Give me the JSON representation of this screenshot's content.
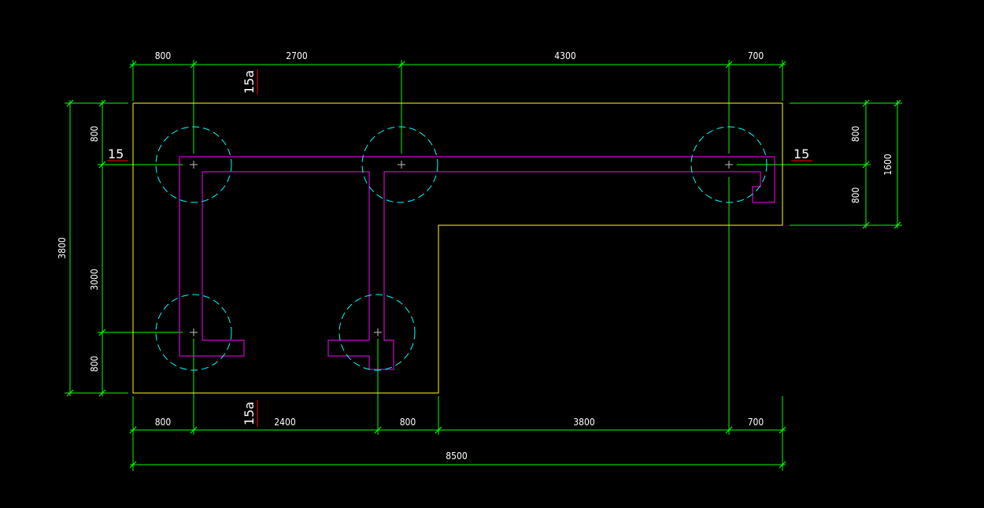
{
  "colors": {
    "background": "#000000",
    "dimension": "#00ff00",
    "outline": "#ffff00",
    "wall": "#ff00ff",
    "pile": "#00ffff",
    "text": "#ffffff",
    "tag_underline": "#ff0000"
  },
  "dims": {
    "top": [
      "800",
      "2700",
      "4300",
      "700"
    ],
    "bottom": [
      "800",
      "2400",
      "800",
      "3800",
      "700"
    ],
    "total": "8500",
    "left_overall": "3800",
    "left": [
      "800",
      "3000",
      "800"
    ],
    "right_inner": [
      "800",
      "800"
    ],
    "right_overall": "1600"
  },
  "tags": {
    "section_top": "15a",
    "section_bottom": "15a",
    "axis_left": "15",
    "axis_right": "15"
  }
}
